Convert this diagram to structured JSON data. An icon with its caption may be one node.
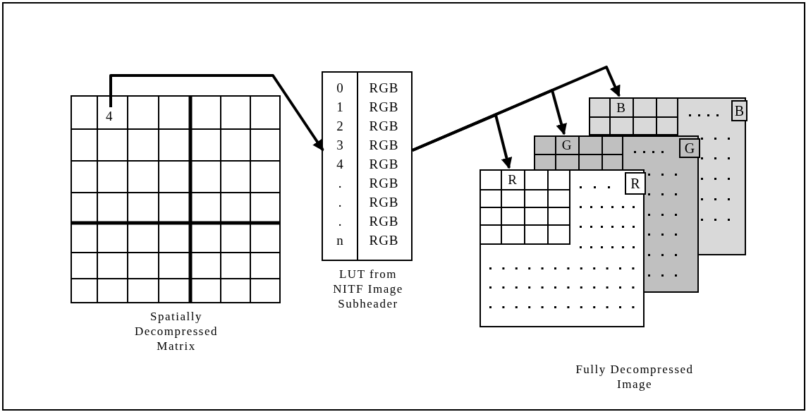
{
  "diagram": {
    "nodes": [
      {
        "text": [],
        "shape": "box",
        "beside": [
          "Spatially Decompressed Matrix"
        ]
      },
      {
        "text": [
          "4"
        ],
        "in": 0
      },
      {
        "text": [],
        "shape": "box",
        "beside": [
          "LUT from NITF Image Subheader"
        ]
      },
      {
        "text": [
          "0",
          "RGB"
        ],
        "in": 2
      },
      {
        "text": [
          "1",
          "RGB"
        ],
        "in": 2
      },
      {
        "text": [
          "2",
          "RGB"
        ],
        "in": 2
      },
      {
        "text": [
          "3",
          "RGB"
        ],
        "in": 2
      },
      {
        "text": [
          "4",
          "RGB"
        ],
        "in": 2
      },
      {
        "text": [
          ".",
          "RGB"
        ],
        "in": 2
      },
      {
        "text": [
          ".",
          "RGB"
        ],
        "in": 2
      },
      {
        "text": [
          ".",
          "RGB"
        ],
        "in": 2
      },
      {
        "text": [
          "n",
          "RGB"
        ],
        "in": 2
      },
      {
        "text": [
          "B",
          "B"
        ]
      },
      {
        "text": [
          "G",
          "G"
        ]
      },
      {
        "text": [
          "R",
          "R"
        ]
      }
    ],
    "edges": [
      {
        "from": 1,
        "to": 7,
        "arrow": "to"
      },
      {
        "from": 7,
        "to": 12,
        "arrow": "to"
      },
      {
        "from": 7,
        "to": 13,
        "arrow": "to"
      },
      {
        "from": 7,
        "to": 14,
        "arrow": "to"
      }
    ],
    "labels": [
      "Fully Decompressed Image"
    ]
  }
}
